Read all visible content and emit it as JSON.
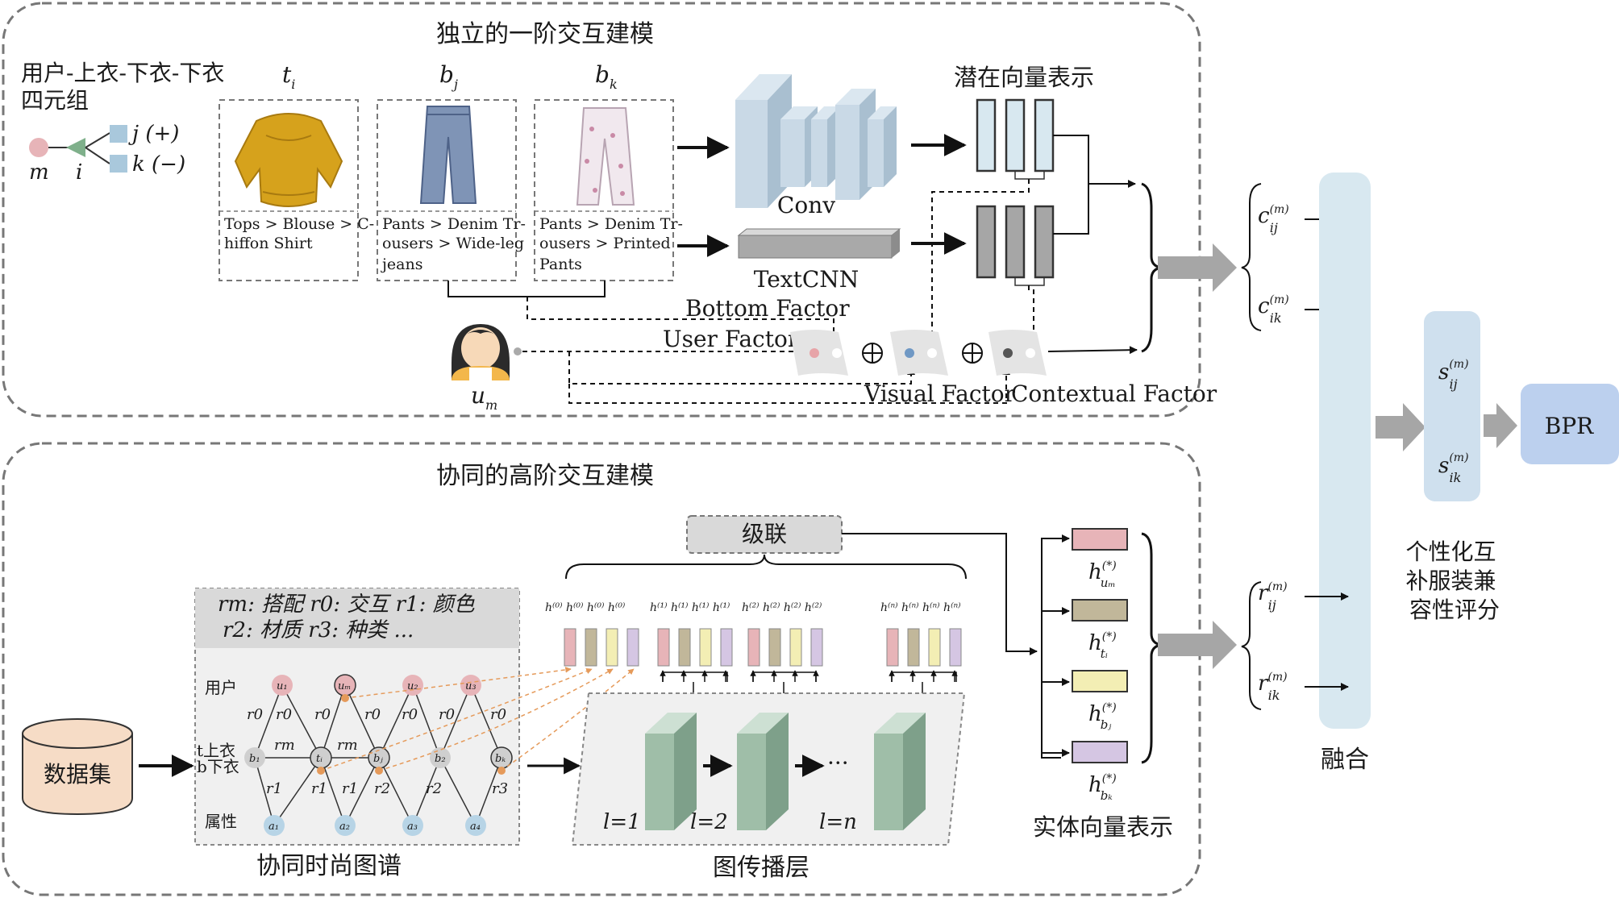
{
  "top_section": {
    "title": "独立的一阶交互建模",
    "quad_label_line1": "用户-上衣-下衣-下衣",
    "quad_label_line2": "四元组",
    "quad_m": "m",
    "quad_i": "i",
    "quad_j": "j (+)",
    "quad_k": "k (−)",
    "item_t": "t",
    "item_t_sub": "i",
    "item_bj": "b",
    "item_bj_sub": "j",
    "item_bk": "b",
    "item_bk_sub": "k",
    "text_t_1": "Tops > Blouse > C-",
    "text_t_2": "hiffon Shirt",
    "text_bj_1": "Pants > Denim Tr-",
    "text_bj_2": "ousers > Wide-leg",
    "text_bj_3": "jeans",
    "text_bk_1": "Pants > Denim Tr-",
    "text_bk_2": "ousers > Printed",
    "text_bk_3": "Pants",
    "conv": "Conv",
    "textcnn": "TextCNN",
    "latent": "潜在向量表示",
    "bottom_factor": "Bottom Factor",
    "user_factor": "User Factor",
    "visual_factor": "Visual Factor",
    "contextual_factor": "Contextual Factor",
    "user": "u",
    "user_sub": "m"
  },
  "bottom_section": {
    "title": "协同的高阶交互建模",
    "concat": "级联",
    "relations_line1": "rm: 搭配 r0: 交互 r1: 颜色",
    "relations_line2": "r2: 材质 r3: 种类 ...",
    "row_user": "用户",
    "row_top": "上衣",
    "row_bottom": "下衣",
    "row_attr": "属性",
    "dataset": "数据集",
    "graph_name": "协同时尚图谱",
    "propagation_name": "图传播层",
    "layer1": "l=1",
    "layer2": "l=2",
    "layern": "l=n",
    "ellipsis": "···",
    "entity_repr": "实体向量表示",
    "h_um": "h",
    "h_ti": "h",
    "h_bj": "h",
    "h_bk": "h"
  },
  "right_section": {
    "c_ij": "c",
    "c_ik": "c",
    "r_ij": "r",
    "r_ik": "r",
    "fusion": "融合",
    "s_ij": "s",
    "s_ik": "s",
    "score_line1": "个性化互",
    "score_line2": "补服装兼",
    "score_line3": "容性评分",
    "bpr": "BPR"
  },
  "colors": {
    "pink": "#e7b4b8",
    "olive": "#c1b79a",
    "yellow": "#f3eeb4",
    "lavender": "#d5c6e3",
    "light_blue": "#d8e8f0",
    "panel_blue": "#cfe0ee",
    "bpr_blue": "#bcd0ee",
    "dataset": "#f6dcc6"
  }
}
